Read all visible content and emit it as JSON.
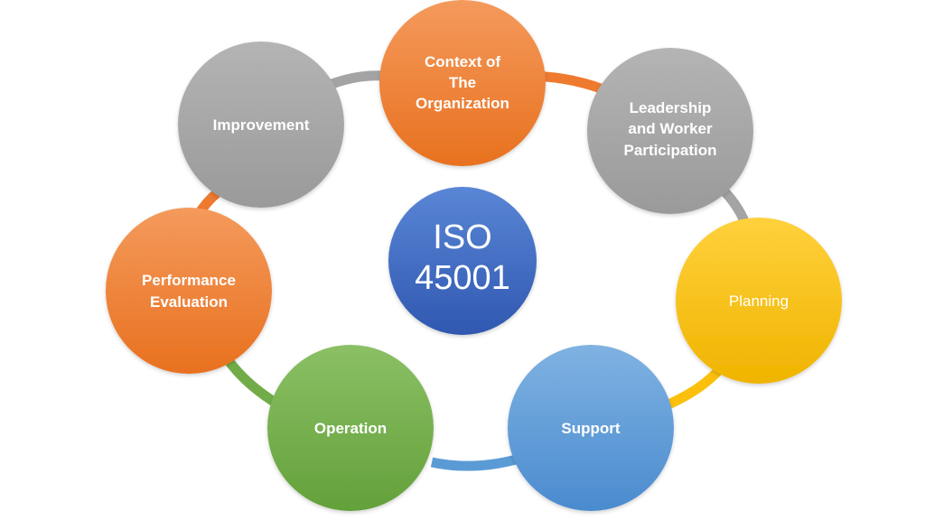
{
  "center": {
    "lines": [
      "ISO",
      "45001"
    ]
  },
  "nodes": [
    {
      "id": "context-of-the-organization",
      "lines": [
        "Context of",
        "The",
        "Organization"
      ],
      "color": "orange"
    },
    {
      "id": "leadership-and-worker-participation",
      "lines": [
        "Leadership",
        "and Worker",
        "Participation"
      ],
      "color": "gray"
    },
    {
      "id": "planning",
      "lines": [
        "Planning"
      ],
      "color": "yellow"
    },
    {
      "id": "support",
      "lines": [
        "Support"
      ],
      "color": "blue"
    },
    {
      "id": "operation",
      "lines": [
        "Operation"
      ],
      "color": "green"
    },
    {
      "id": "performance-evaluation",
      "lines": [
        "Performance",
        "Evaluation"
      ],
      "color": "orange"
    },
    {
      "id": "improvement",
      "lines": [
        "Improvement"
      ],
      "color": "gray"
    }
  ],
  "colors": {
    "orange": "#ee7a2f",
    "gray": "#a4a4a4",
    "yellow": "#fbc00c",
    "blue": "#5b9bd5",
    "green": "#72ac48",
    "center": "#3f6bc5"
  }
}
